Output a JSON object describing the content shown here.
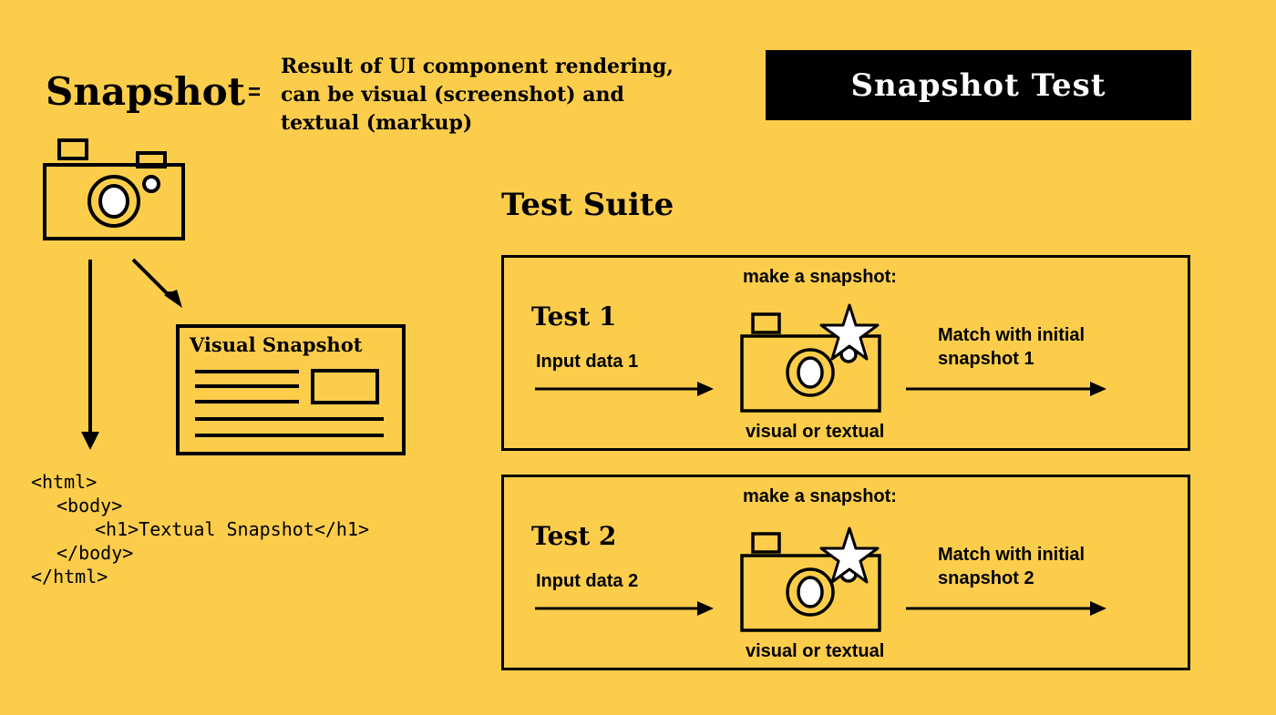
{
  "header": {
    "term": "Snapshot",
    "equals": "=",
    "definition_lines": [
      "Result of UI component rendering,",
      "can be visual (screenshot) and",
      "textual (markup)"
    ]
  },
  "title": "Snapshot Test",
  "visual_snapshot": {
    "label": "Visual Snapshot"
  },
  "textual_snapshot": {
    "lines": [
      "<html>",
      "<body>",
      "<h1>Textual Snapshot</h1>",
      "</body>",
      "</html>"
    ]
  },
  "test_suite": {
    "title": "Test Suite",
    "tests": [
      {
        "name": "Test 1",
        "make_label": "make a snapshot:",
        "input_label": "Input data 1",
        "match_lines": [
          "Match with initial",
          "snapshot 1"
        ],
        "output_label": "visual or textual"
      },
      {
        "name": "Test 2",
        "make_label": "make a snapshot:",
        "input_label": "Input data 2",
        "match_lines": [
          "Match with initial",
          "snapshot 2"
        ],
        "output_label": "visual or textual"
      }
    ]
  },
  "icons": [
    "camera-icon",
    "star-icon",
    "arrow-right-icon",
    "arrow-down-icon"
  ],
  "colors": {
    "background": "#fbcd4b",
    "ink": "#000000",
    "title_text": "#ffffff"
  }
}
